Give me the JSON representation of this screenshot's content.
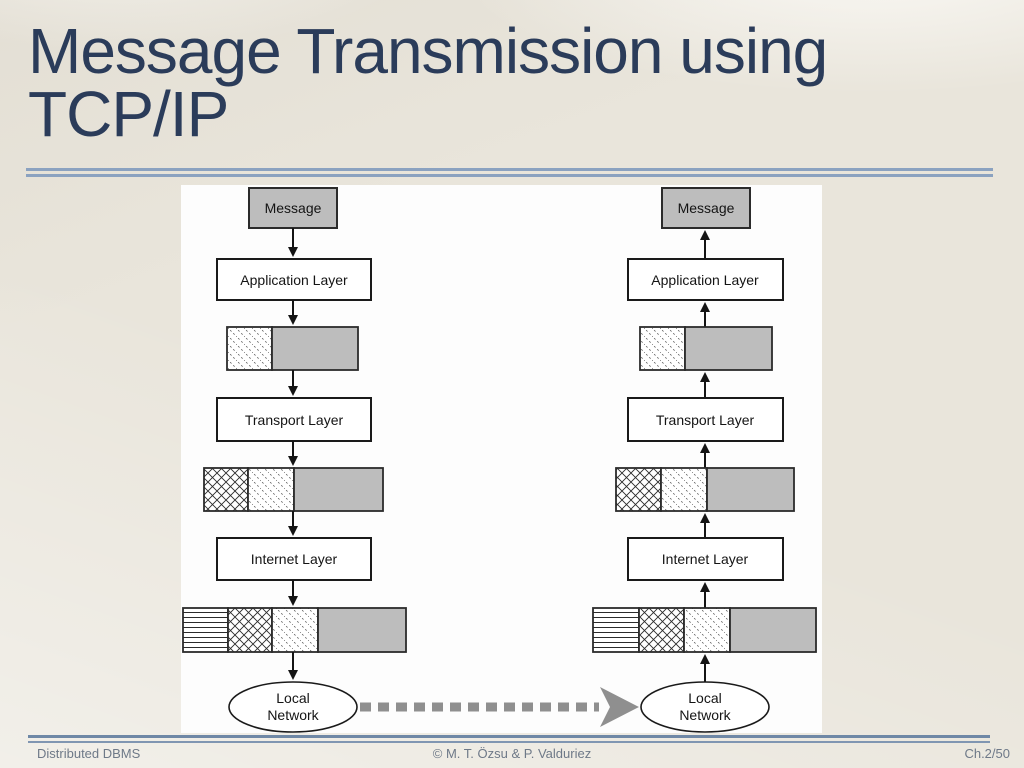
{
  "slide": {
    "title_lines": [
      "Message Transmission using",
      "TCP/IP"
    ]
  },
  "diagram": {
    "sender": {
      "message": "Message",
      "application_layer": "Application Layer",
      "transport_layer": "Transport Layer",
      "internet_layer": "Internet Layer",
      "local_network": [
        "Local",
        "Network"
      ]
    },
    "receiver": {
      "message": "Message",
      "application_layer": "Application Layer",
      "transport_layer": "Transport Layer",
      "internet_layer": "Internet Layer",
      "local_network": [
        "Local",
        "Network"
      ]
    }
  },
  "footer": {
    "left": "Distributed DBMS",
    "center": "© M. T. Özsu & P. Valduriez",
    "right": "Ch.2/50"
  },
  "colors": {
    "title_text": "#2b3c5a",
    "separator_blue": "#8ba2c0",
    "box_gray": "#bdbdbd",
    "dashed_arrow_gray": "#8f8f8f",
    "footer_text": "#6e7988",
    "paper_background": "#e9e5db"
  }
}
